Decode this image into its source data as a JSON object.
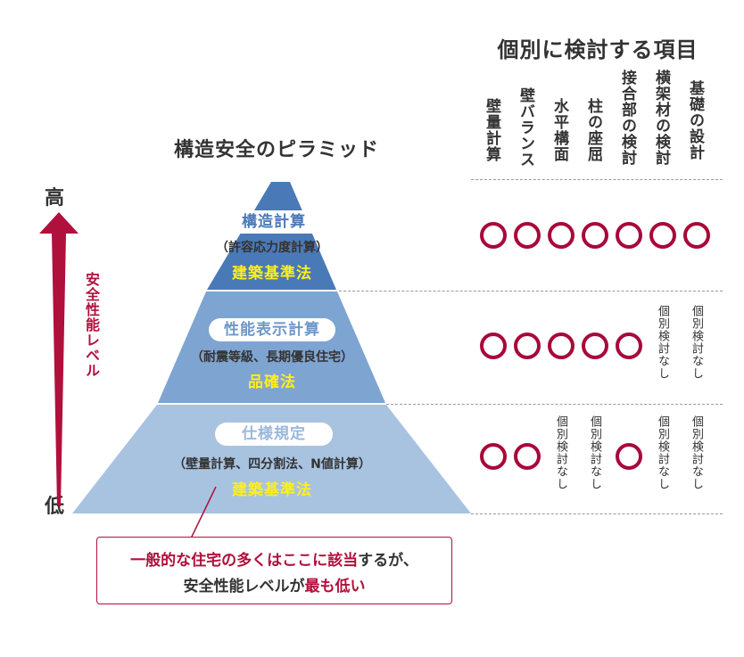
{
  "items_title": "個別に検討する項目",
  "pyramid_title": "構造安全のピラミッド",
  "axis": {
    "high": "高",
    "low": "低",
    "label": "安全性能レベル"
  },
  "columns": [
    "壁量計算",
    "壁バランス",
    "水平構面",
    "柱の座屈",
    "接合部の検討",
    "横架材の検討",
    "基礎の設計"
  ],
  "tiers": [
    {
      "name": "構造計算",
      "sub": "（許容応力度計算）",
      "law": "建築基準法",
      "color": "#4a79b7",
      "pill_text_color": "#4a79b7",
      "checks": [
        true,
        true,
        true,
        true,
        true,
        true,
        true
      ]
    },
    {
      "name": "性能表示計算",
      "sub": "（耐震等級、長期優良住宅）",
      "law": "品確法",
      "color": "#7ea4d2",
      "pill_text_color": "#6f97c8",
      "checks": [
        true,
        true,
        true,
        true,
        true,
        false,
        false
      ]
    },
    {
      "name": "仕様規定",
      "sub": "（壁量計算、四分割法、N値計算）",
      "law": "建築基準法",
      "color": "#a8c3e0",
      "pill_text_color": "#9ab8db",
      "checks": [
        true,
        true,
        false,
        false,
        true,
        false,
        false
      ]
    }
  ],
  "none_label": "個別検討なし",
  "callout": {
    "line1_red": "一般的な住宅の多くはここに該当",
    "line1_rest": "するが、",
    "line2_prefix": "安全性能レベルが",
    "line2_red": "最も低い"
  },
  "accent_color": "#a8093a"
}
